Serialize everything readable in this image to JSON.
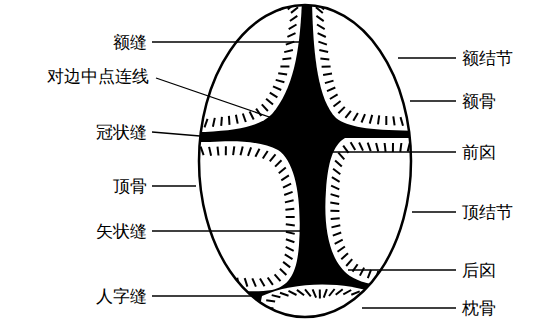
{
  "diagram": {
    "labels": [
      "额缝",
      "对边中点连线",
      "冠状缝",
      "顶骨",
      "矢状缝",
      "人字缝",
      "额结节",
      "额骨",
      "前囟",
      "顶结节",
      "后囟",
      "枕骨"
    ]
  }
}
